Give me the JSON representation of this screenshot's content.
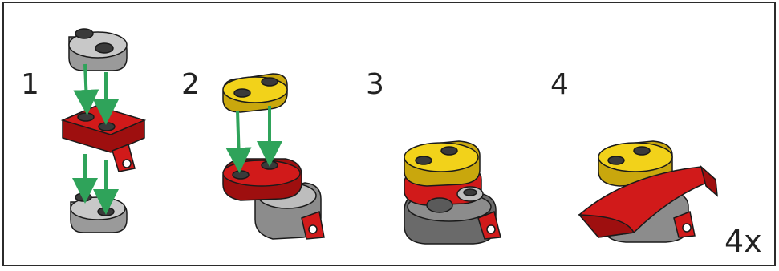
{
  "steps": [
    {
      "number": "1"
    },
    {
      "number": "2"
    },
    {
      "number": "3"
    },
    {
      "number": "4"
    }
  ],
  "multiplier": "4x",
  "colors": {
    "red": "#d11a1a",
    "red_dark": "#9e0f0f",
    "yellow": "#f2d21a",
    "yellow_dark": "#c9a70d",
    "gray": "#bdbdbd",
    "gray_dark": "#8c8c8c",
    "stud_dark": "#3a3a3a",
    "arrow": "#2fa35a",
    "outline": "#1a1a1a"
  }
}
